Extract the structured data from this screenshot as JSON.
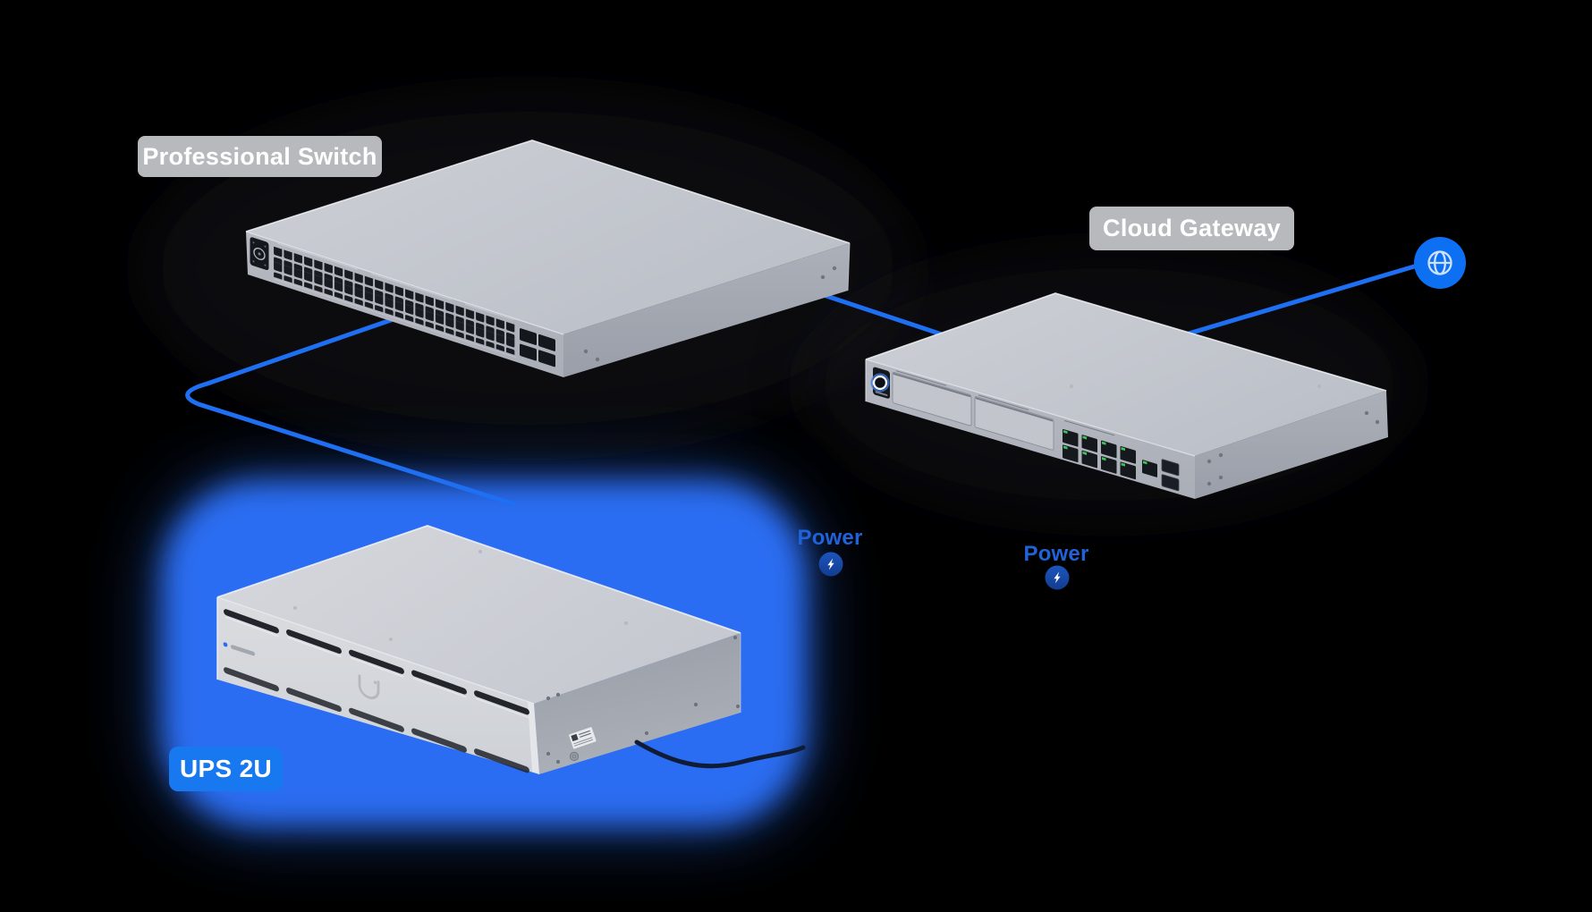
{
  "scene": {
    "background": "#000000"
  },
  "devices": {
    "switch": {
      "label": "Professional Switch"
    },
    "gateway": {
      "label": "Cloud Gateway"
    },
    "ups": {
      "label": "UPS 2U"
    }
  },
  "power": {
    "switch_label": "Power",
    "gateway_label": "Power"
  },
  "icons": {
    "globe": "globe-icon",
    "bolt": "lightning-bolt-icon"
  },
  "colors": {
    "connection_line": "#1e6ff2",
    "highlight_glow": "#2a6df2",
    "device_label_gray_bg": "#b8b9bd",
    "device_label_blue_bg": "#1878f0",
    "power_text": "#2062d8",
    "power_badge": "#17489e",
    "globe_badge": "#0d70f3",
    "chassis_light": "#ced1d7",
    "chassis_mid": "#b4b7c0",
    "chassis_dark": "#9aa0aa"
  }
}
